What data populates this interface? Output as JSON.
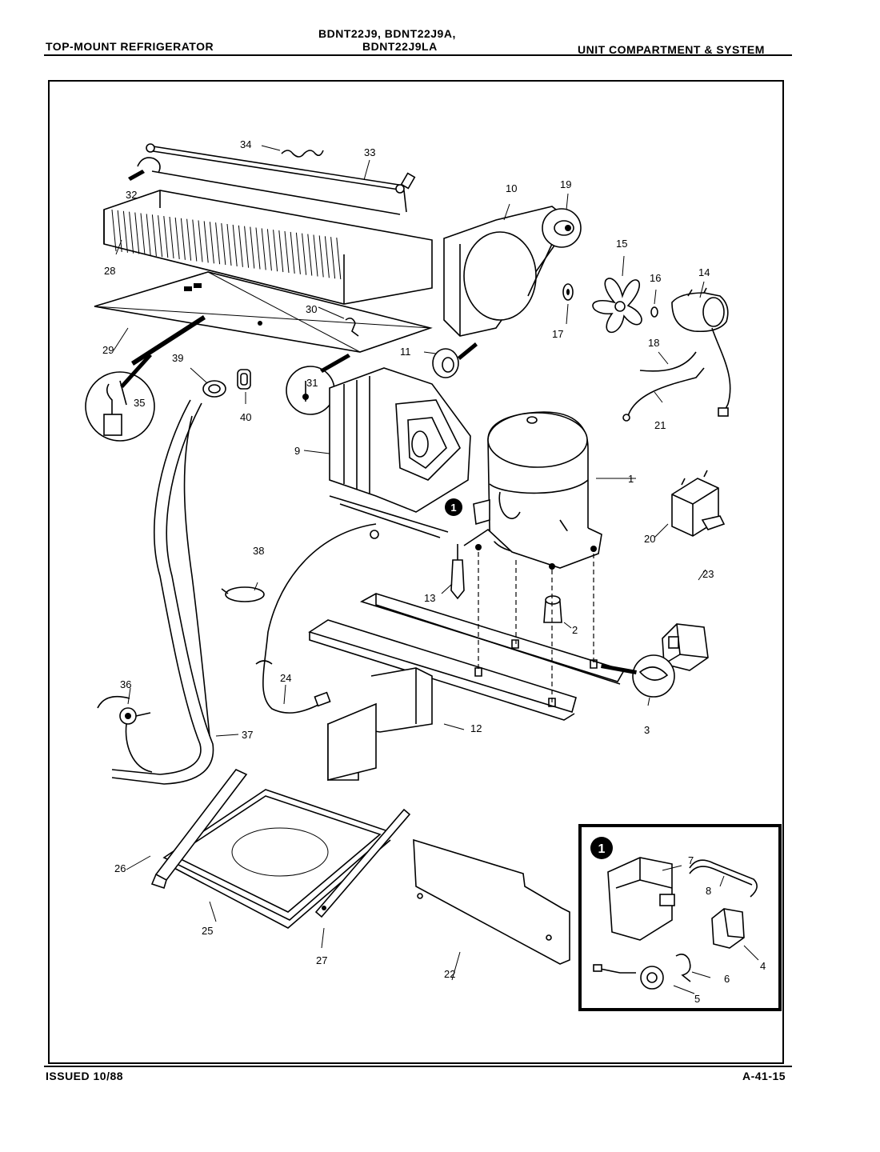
{
  "header": {
    "left": "TOP-MOUNT REFRIGERATOR",
    "center_line1": "BDNT22J9, BDNT22J9A,",
    "center_line2": "BDNT22J9LA",
    "right": "UNIT COMPARTMENT & SYSTEM"
  },
  "footer": {
    "issued": "ISSUED 10/88",
    "page_code": "A-41-15"
  },
  "callouts": [
    "1",
    "2",
    "3",
    "4",
    "5",
    "6",
    "7",
    "8",
    "9",
    "10",
    "11",
    "12",
    "13",
    "14",
    "15",
    "16",
    "17",
    "18",
    "19",
    "20",
    "21",
    "22",
    "23",
    "24",
    "25",
    "26",
    "27",
    "28",
    "29",
    "30",
    "31",
    "32",
    "33",
    "34",
    "35",
    "36",
    "37",
    "38",
    "39",
    "40"
  ],
  "inset_marker": "1"
}
